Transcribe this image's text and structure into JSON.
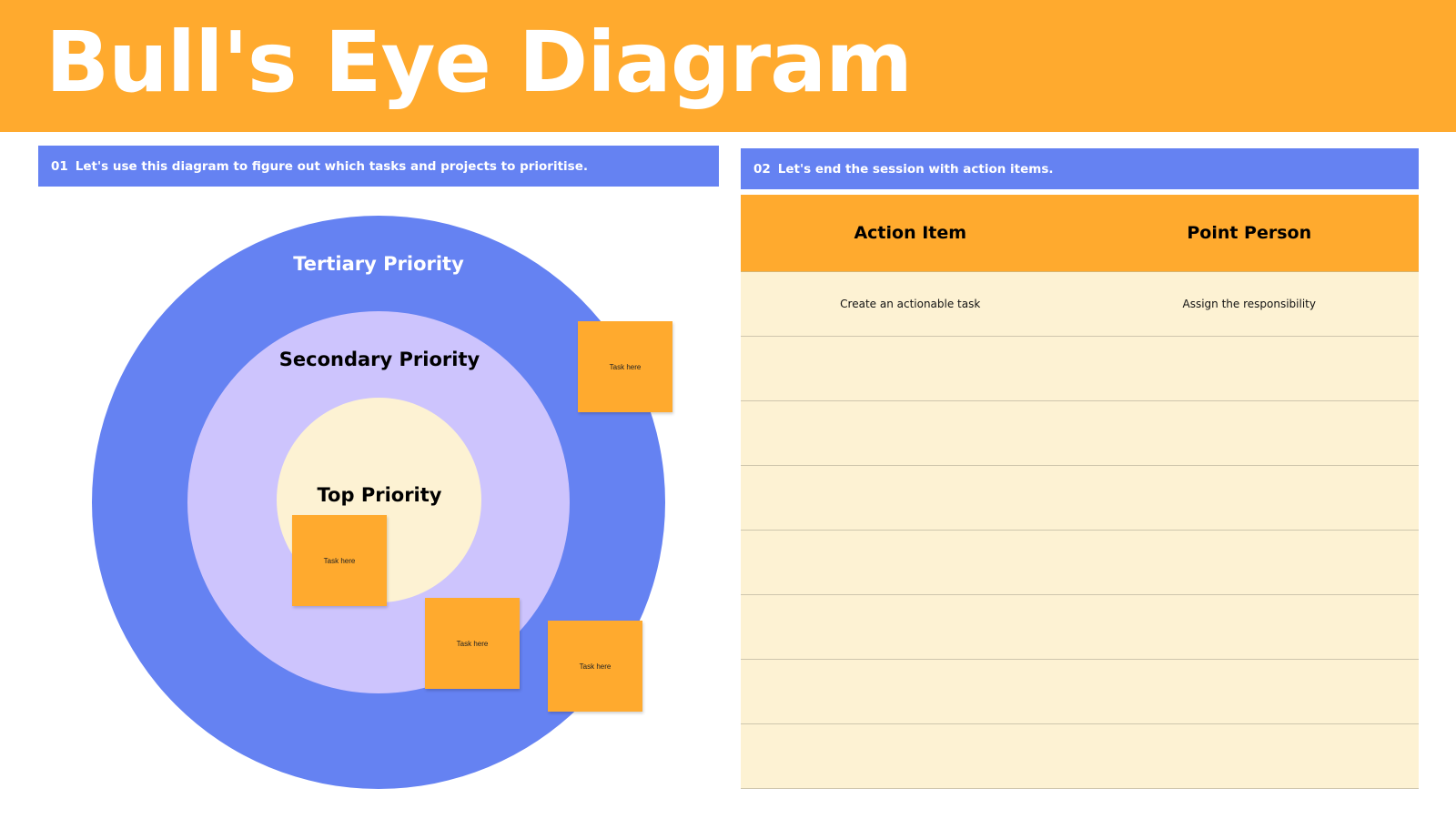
{
  "header": {
    "title": "Bull's Eye Diagram"
  },
  "section1": {
    "number": "01",
    "text": "Let's use this diagram to figure out which tasks and projects to prioritise."
  },
  "section2": {
    "number": "02",
    "text": "Let's end the session with action items."
  },
  "diagram": {
    "rings": {
      "tertiary": "Tertiary Priority",
      "secondary": "Secondary Priority",
      "top": "Top Priority"
    },
    "stickies": [
      "Task here",
      "Task here",
      "Task here",
      "Task here"
    ]
  },
  "table": {
    "headers": [
      "Action Item",
      "Point Person"
    ],
    "rows": [
      [
        "Create an actionable task",
        "Assign the responsibility"
      ],
      [
        "",
        ""
      ],
      [
        "",
        ""
      ],
      [
        "",
        ""
      ],
      [
        "",
        ""
      ],
      [
        "",
        ""
      ],
      [
        "",
        ""
      ],
      [
        "",
        ""
      ]
    ]
  },
  "colors": {
    "accent_orange": "#FFAA2E",
    "accent_blue": "#6582F2",
    "lavender": "#CDC4FD",
    "cream": "#FDF2D3"
  }
}
